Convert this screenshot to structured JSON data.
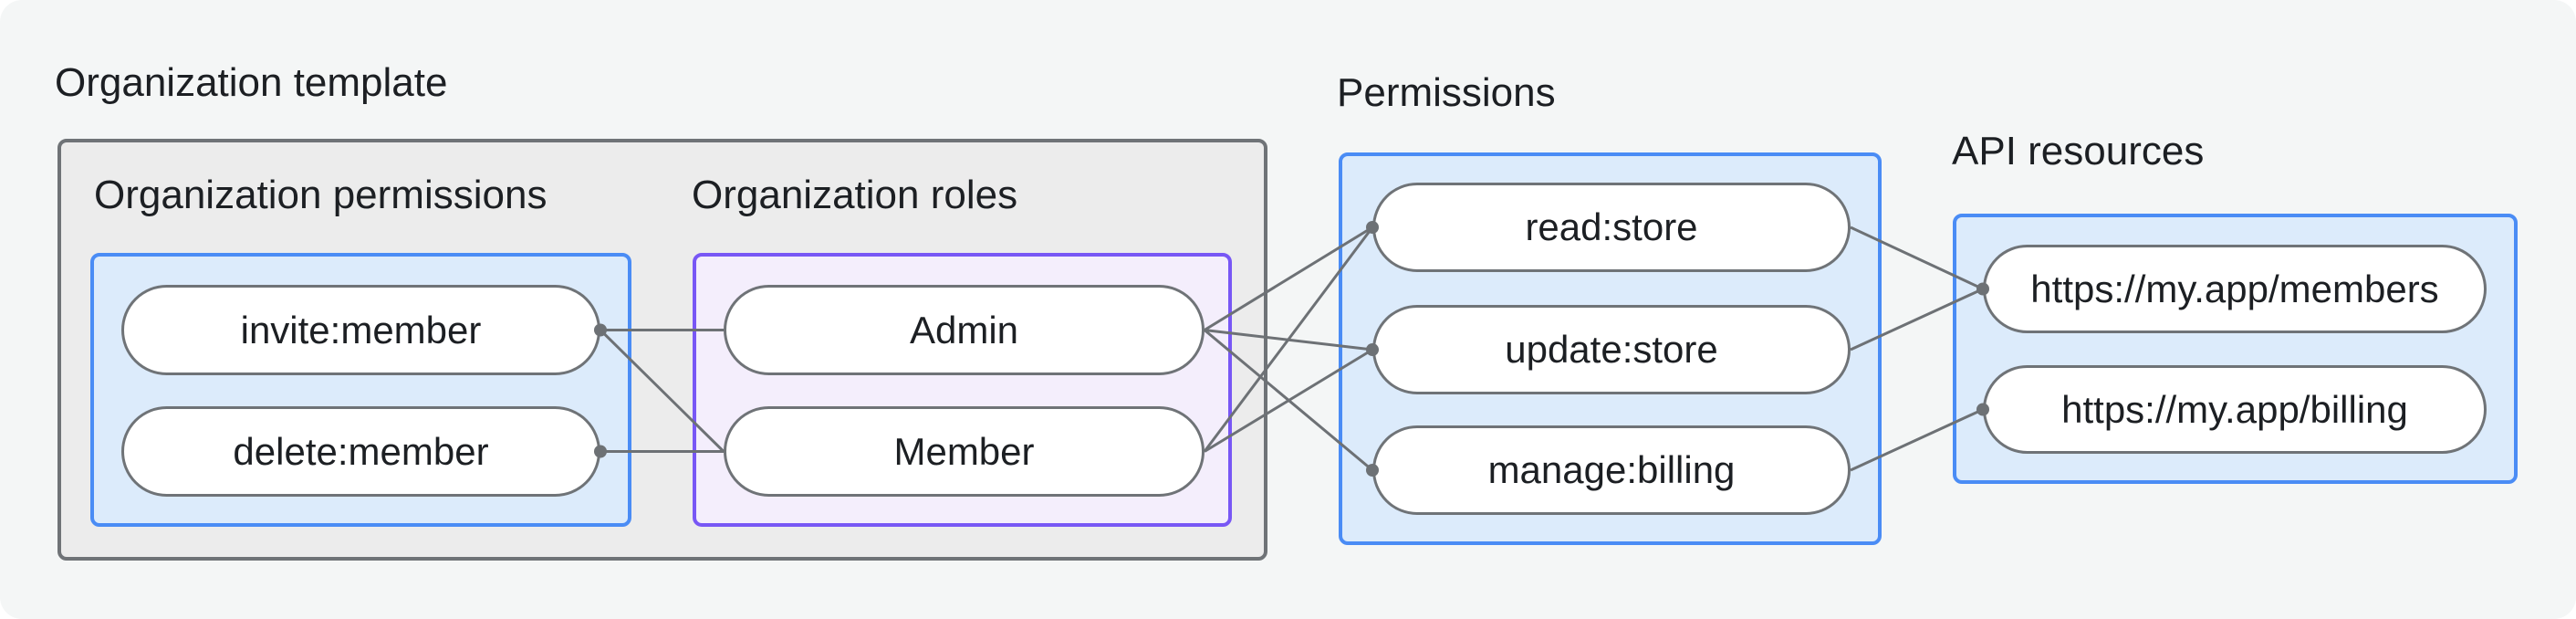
{
  "colors": {
    "canvas_bg": "#f4f6f6",
    "outer_box_bg": "#ececec",
    "outer_box_border": "#6f7377",
    "blue_box_bg": "#dcebfb",
    "blue_box_border": "#4a8cf5",
    "purple_box_bg": "#f4eefc",
    "purple_box_border": "#7857f5",
    "pill_bg": "#ffffff",
    "pill_border": "#6f7377",
    "connector": "#6d7175",
    "text": "#1c1f23"
  },
  "sections": {
    "template": {
      "label": "Organization template"
    },
    "org_permissions": {
      "label": "Organization permissions",
      "items": [
        "invite:member",
        "delete:member"
      ]
    },
    "org_roles": {
      "label": "Organization roles",
      "items": [
        "Admin",
        "Member"
      ]
    },
    "permissions": {
      "label": "Permissions",
      "items": [
        "read:store",
        "update:store",
        "manage:billing"
      ]
    },
    "api_resources": {
      "label": "API resources",
      "items": [
        "https://my.app/members",
        "https://my.app/billing"
      ]
    }
  },
  "edges": [
    {
      "from": "invite:member",
      "to": "Admin"
    },
    {
      "from": "invite:member",
      "to": "Member"
    },
    {
      "from": "delete:member",
      "to": "Member"
    },
    {
      "from": "Admin",
      "to": "read:store"
    },
    {
      "from": "Admin",
      "to": "update:store"
    },
    {
      "from": "Admin",
      "to": "manage:billing"
    },
    {
      "from": "Member",
      "to": "read:store"
    },
    {
      "from": "Member",
      "to": "update:store"
    },
    {
      "from": "read:store",
      "to": "https://my.app/members"
    },
    {
      "from": "update:store",
      "to": "https://my.app/members"
    },
    {
      "from": "manage:billing",
      "to": "https://my.app/billing"
    }
  ],
  "dots": [
    "invite:member",
    "delete:member",
    "read:store",
    "update:store",
    "manage:billing",
    "https://my.app/members",
    "https://my.app/billing"
  ]
}
